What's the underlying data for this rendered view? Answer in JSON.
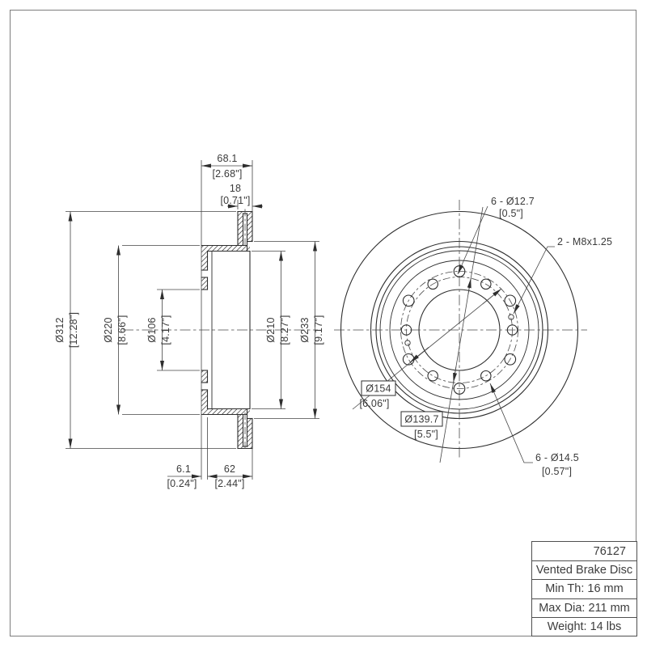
{
  "title_block": {
    "part_number": "76127",
    "product_name": "Vented Brake Disc",
    "min_thickness": "Min Th: 16 mm",
    "max_diameter": "Max Dia: 211 mm",
    "weight": "Weight: 14 lbs"
  },
  "section": {
    "dims": {
      "overall_width": {
        "mm": "68.1",
        "in": "[2.68\"]"
      },
      "disc_thickness": {
        "mm": "18",
        "in": "[0.71\"]"
      },
      "outer_dia": {
        "mm": "Ø312",
        "in": "[12.28\"]"
      },
      "flange_dia": {
        "mm": "Ø220",
        "in": "[8.66\"]"
      },
      "bore_dia": {
        "mm": "Ø106",
        "in": "[4.17\"]"
      },
      "inner_dia": {
        "mm": "Ø210",
        "in": "[8.27\"]"
      },
      "band_inner_dia": {
        "mm": "Ø233",
        "in": "[9.17\"]"
      },
      "mount_offset": {
        "mm": "6.1",
        "in": "[0.24\"]"
      },
      "hat_depth": {
        "mm": "62",
        "in": "[2.44\"]"
      }
    }
  },
  "front": {
    "callouts": {
      "lug_holes": {
        "label": "6 - Ø12.7",
        "in": "[0.5\"]"
      },
      "thread_holes": {
        "label": "2 - M8x1.25"
      },
      "outer_bolt_circle": {
        "mm": "Ø154",
        "in": "[6.06\"]"
      },
      "bolt_circle": {
        "mm": "Ø139.7",
        "in": "[5.5\"]"
      },
      "large_holes": {
        "label": "6 - Ø14.5",
        "in": "[0.57\"]"
      }
    }
  }
}
